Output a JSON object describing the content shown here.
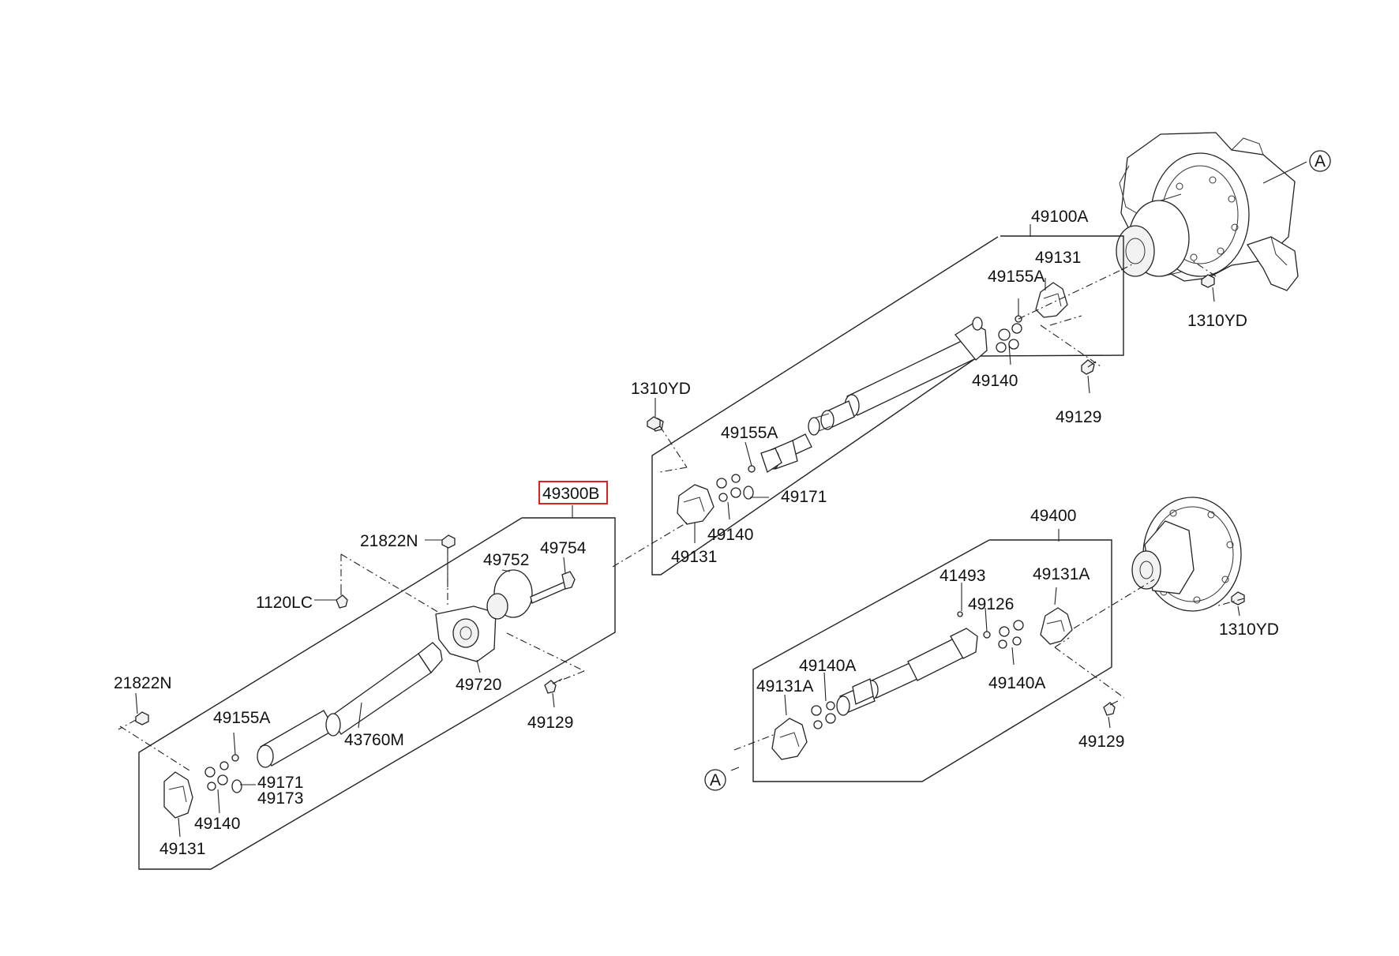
{
  "callouts": {
    "ref_top": "A",
    "ref_bottom": "A"
  },
  "labels": {
    "p49100A": "49100A",
    "p49131_rt": "49131",
    "p49155A_rt": "49155A",
    "p1310YD_rt": "1310YD",
    "p49140_rt": "49140",
    "p49129_rt": "49129",
    "p1310YD_mid": "1310YD",
    "p49155A_mid": "49155A",
    "p49171_mid": "49171",
    "p49140_mid": "49140",
    "p49131_mid": "49131",
    "p49300B": "49300B",
    "p21822N_top": "21822N",
    "p49754": "49754",
    "p49752": "49752",
    "p1120LC": "1120LC",
    "p49720": "49720",
    "p49129_left": "49129",
    "p21822N_left": "21822N",
    "p49155A_left": "49155A",
    "p43760M": "43760M",
    "p49171_left": "49171",
    "p49173": "49173",
    "p49140_left": "49140",
    "p49131_left": "49131",
    "p49400": "49400",
    "p41493": "41493",
    "p49126": "49126",
    "p49131A_rt": "49131A",
    "p1310YD_br": "1310YD",
    "p49140A_top": "49140A",
    "p49131A_left": "49131A",
    "p49140A_rt": "49140A",
    "p49129_br": "49129"
  },
  "colors": {
    "highlight_box": "#e02020",
    "line": "#222222"
  }
}
